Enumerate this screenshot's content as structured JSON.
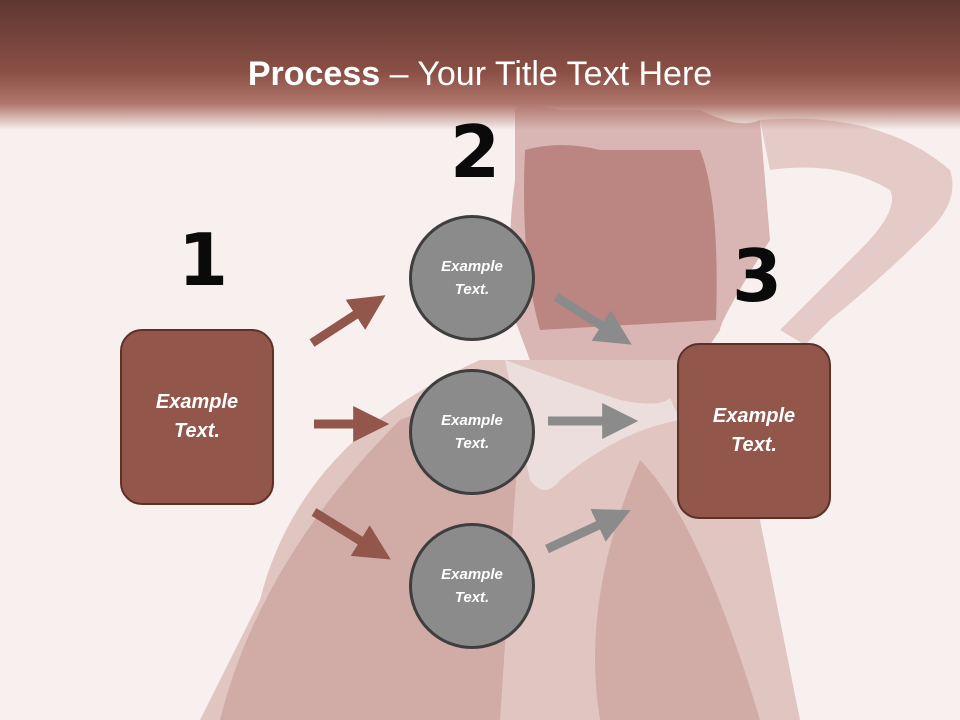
{
  "title": {
    "bold": "Process",
    "rest": " – Your Title Text Here"
  },
  "numbers": {
    "n1": "1",
    "n2": "2",
    "n3": "3"
  },
  "left_box": {
    "text": "Example\nText."
  },
  "right_box": {
    "text": "Example\nText."
  },
  "circles": [
    {
      "text": "Example\nText."
    },
    {
      "text": "Example\nText."
    },
    {
      "text": "Example\nText."
    }
  ],
  "colors": {
    "brand": "#93564a",
    "box_border": "#5d3028",
    "arrow_brown": "#93564a",
    "arrow_gray": "#8b8b8b",
    "circle_fill": "#8b8b8b"
  }
}
